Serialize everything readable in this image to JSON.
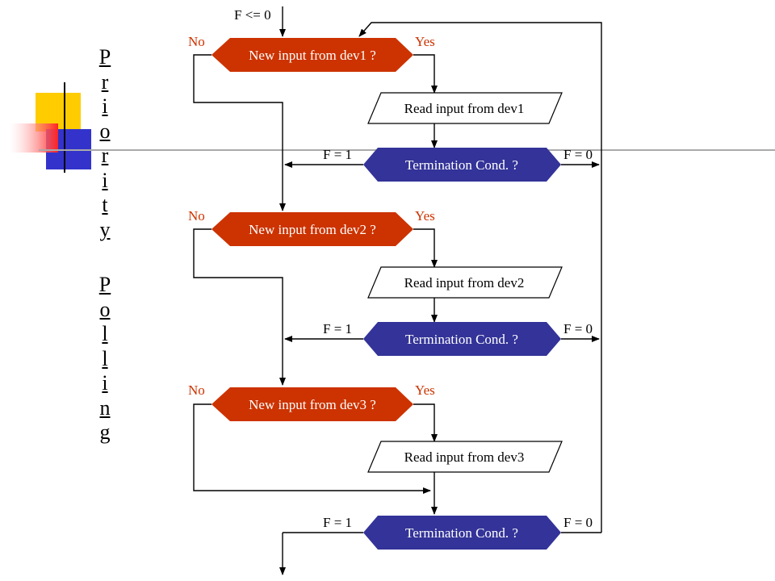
{
  "title": {
    "line1": [
      "P",
      "r",
      "i",
      "o",
      "r",
      "i",
      "t",
      "y"
    ],
    "line2": [
      "P",
      "o",
      "l",
      "l",
      "i",
      "n",
      "g"
    ]
  },
  "colors": {
    "decision": "#cc3300",
    "termination": "#333399",
    "label_red": "#cc3300",
    "deco_yellow": "#ffcc00",
    "deco_blue": "#3333cc",
    "deco_red": "#ff3333"
  },
  "flow": {
    "entry_label": "F <= 0",
    "devices": [
      {
        "question": "New input from dev1 ?",
        "no": "No",
        "yes": "Yes",
        "read": "Read input from dev1",
        "term": "Termination Cond. ?",
        "f1": "F = 1",
        "f0": "F = 0"
      },
      {
        "question": "New input from dev2 ?",
        "no": "No",
        "yes": "Yes",
        "read": "Read input from dev2",
        "term": "Termination Cond. ?",
        "f1": "F = 1",
        "f0": "F = 0"
      },
      {
        "question": "New input from dev3 ?",
        "no": "No",
        "yes": "Yes",
        "read": "Read input from dev3",
        "term": "Termination Cond. ?",
        "f1": "F = 1",
        "f0": "F = 0"
      }
    ]
  }
}
